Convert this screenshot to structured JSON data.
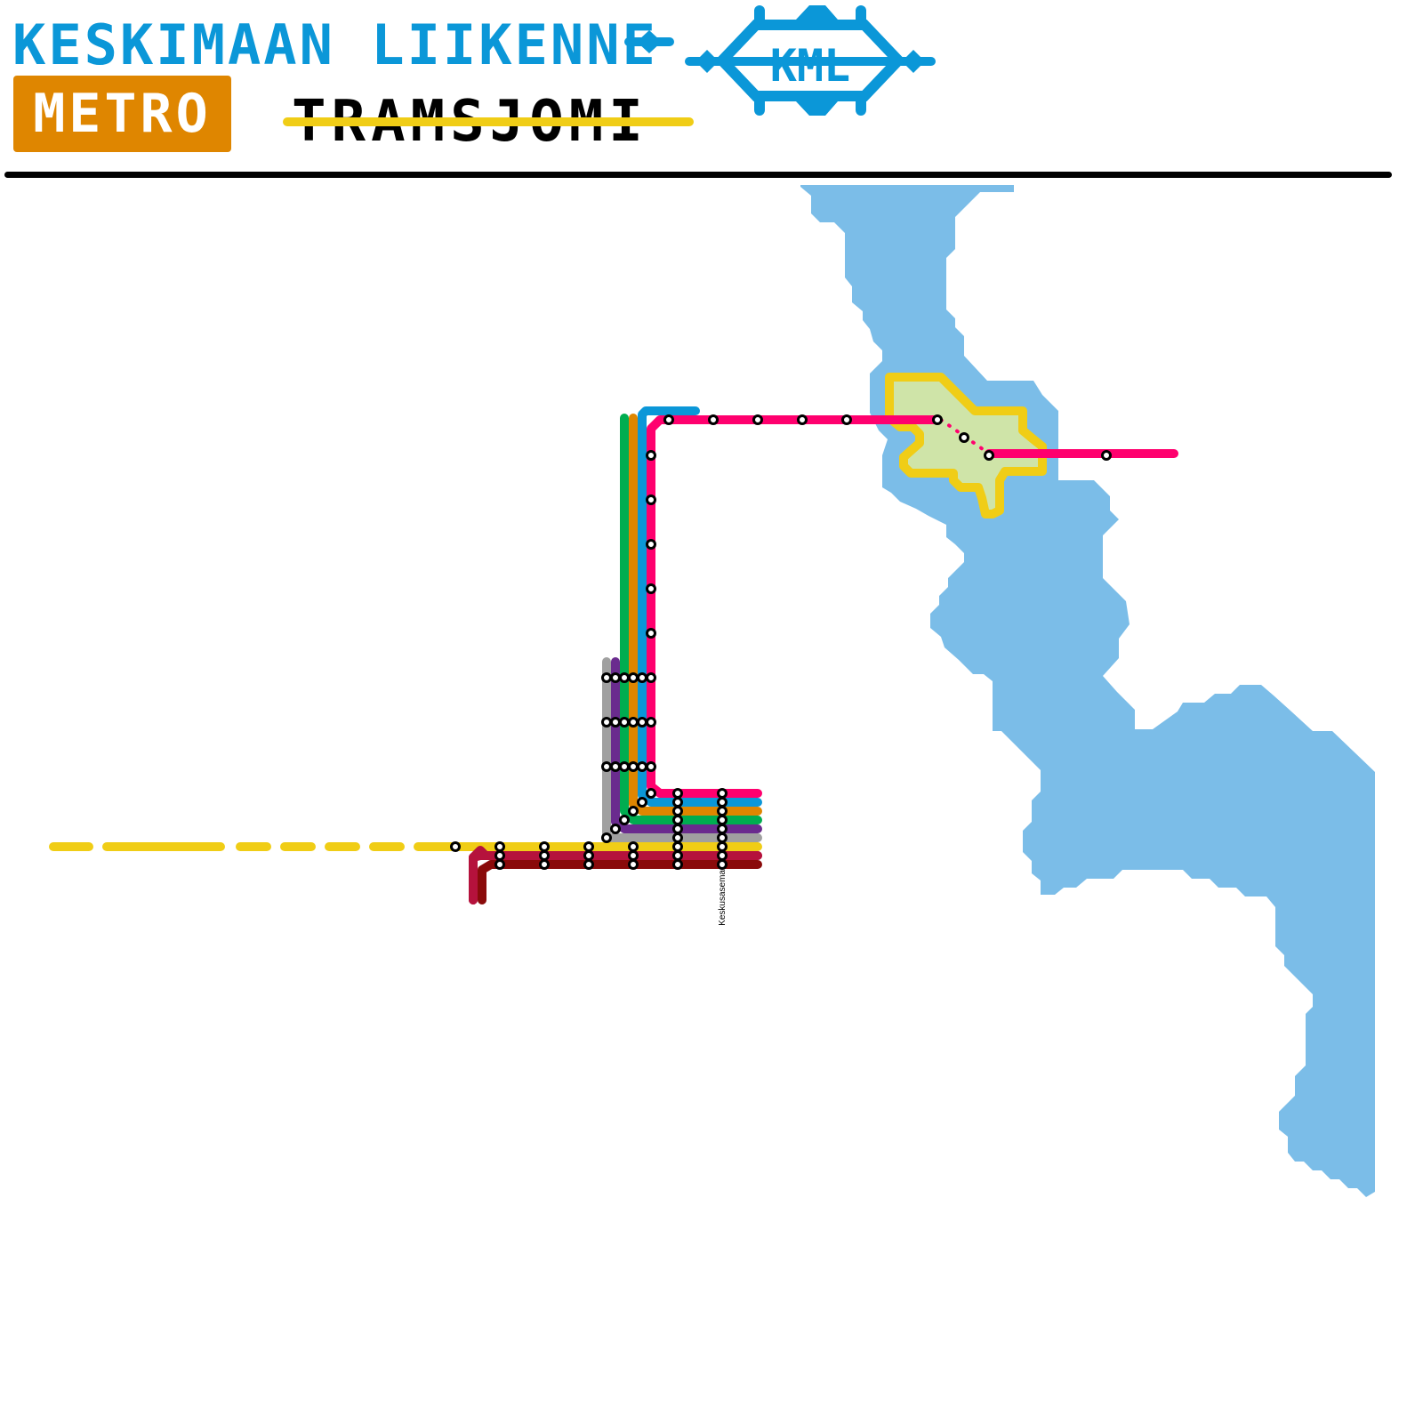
{
  "header": {
    "operator_name": "KESKIMAAN LIIKENNE",
    "logo_abbrev": "KML",
    "metro_label": "METRO",
    "tram_brand": "TRAMSJOMI"
  },
  "colors": {
    "brand_blue": "#0b97d8",
    "metro_orange": "#df8600",
    "water": "#7bbde8",
    "park_fill": "#cfe4a8",
    "park_outline": "#f0cd16"
  },
  "lines": [
    {
      "id": "pink",
      "color": "#ff006e"
    },
    {
      "id": "blue",
      "color": "#0b97d8"
    },
    {
      "id": "orange",
      "color": "#df8600"
    },
    {
      "id": "green",
      "color": "#00ad50"
    },
    {
      "id": "purple",
      "color": "#6a2b8e"
    },
    {
      "id": "grey",
      "color": "#a0a0a0"
    },
    {
      "id": "yellow",
      "color": "#f0cd16"
    },
    {
      "id": "crimson",
      "color": "#b5123c"
    },
    {
      "id": "maroon",
      "color": "#8a0a0a"
    }
  ],
  "stations": [
    {
      "name": "Keskusasema",
      "labeled": true
    }
  ]
}
